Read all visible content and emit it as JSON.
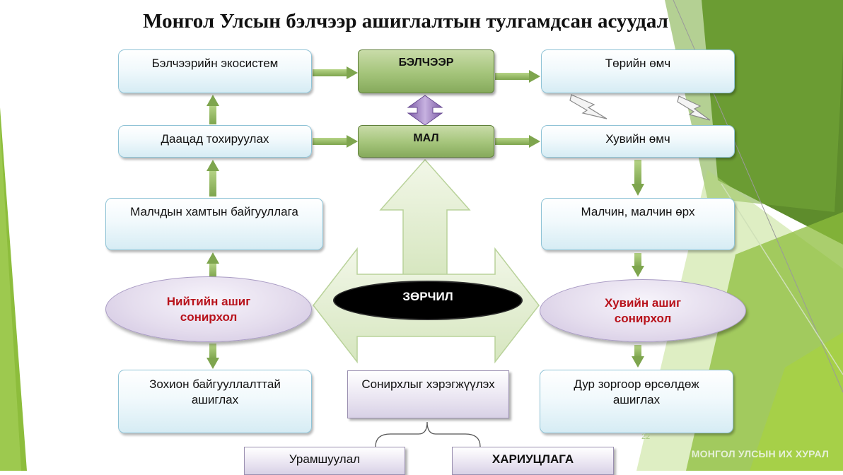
{
  "title": "Монгол Улсын бэлчээр ашиглалтын тулгамдсан асуудал",
  "left_column": {
    "ecosystem": "Бэлчээрийн экосистем",
    "adjust": "Даацад тохируулах",
    "herder_org": "Малчдын хамтын байгууллага",
    "organized_use": "Зохион байгууллалттай ашиглах"
  },
  "center": {
    "pasture": "БЭЛЧЭЭР",
    "livestock": "МАЛ",
    "conflict": "ЗӨРЧИЛ",
    "realize_interest": "Сонирхлыг хэрэгжүүлэх",
    "incentive": "Урамшуулал",
    "responsibility": "ХАРИУЦЛАГА"
  },
  "right_column": {
    "state_property": "Төрийн өмч",
    "private_property": "Хувийн өмч",
    "herder_household": "Малчин, малчин өрх",
    "random_competition": "Дур зоргоор өрсөлдөж ашиглах"
  },
  "interests": {
    "public_line1": "Нийтийн ашиг",
    "public_line2": "сонирхол",
    "private_line1": "Хувийн ашиг",
    "private_line2": "сонирхол"
  },
  "page_number": "22",
  "footer": "МОНГОЛ УЛСЫН ИХ ХУРАЛ",
  "colors": {
    "accent_green": "#8dbd3c",
    "interest_red": "#b8121b",
    "box_border": "#8fc3d6"
  }
}
